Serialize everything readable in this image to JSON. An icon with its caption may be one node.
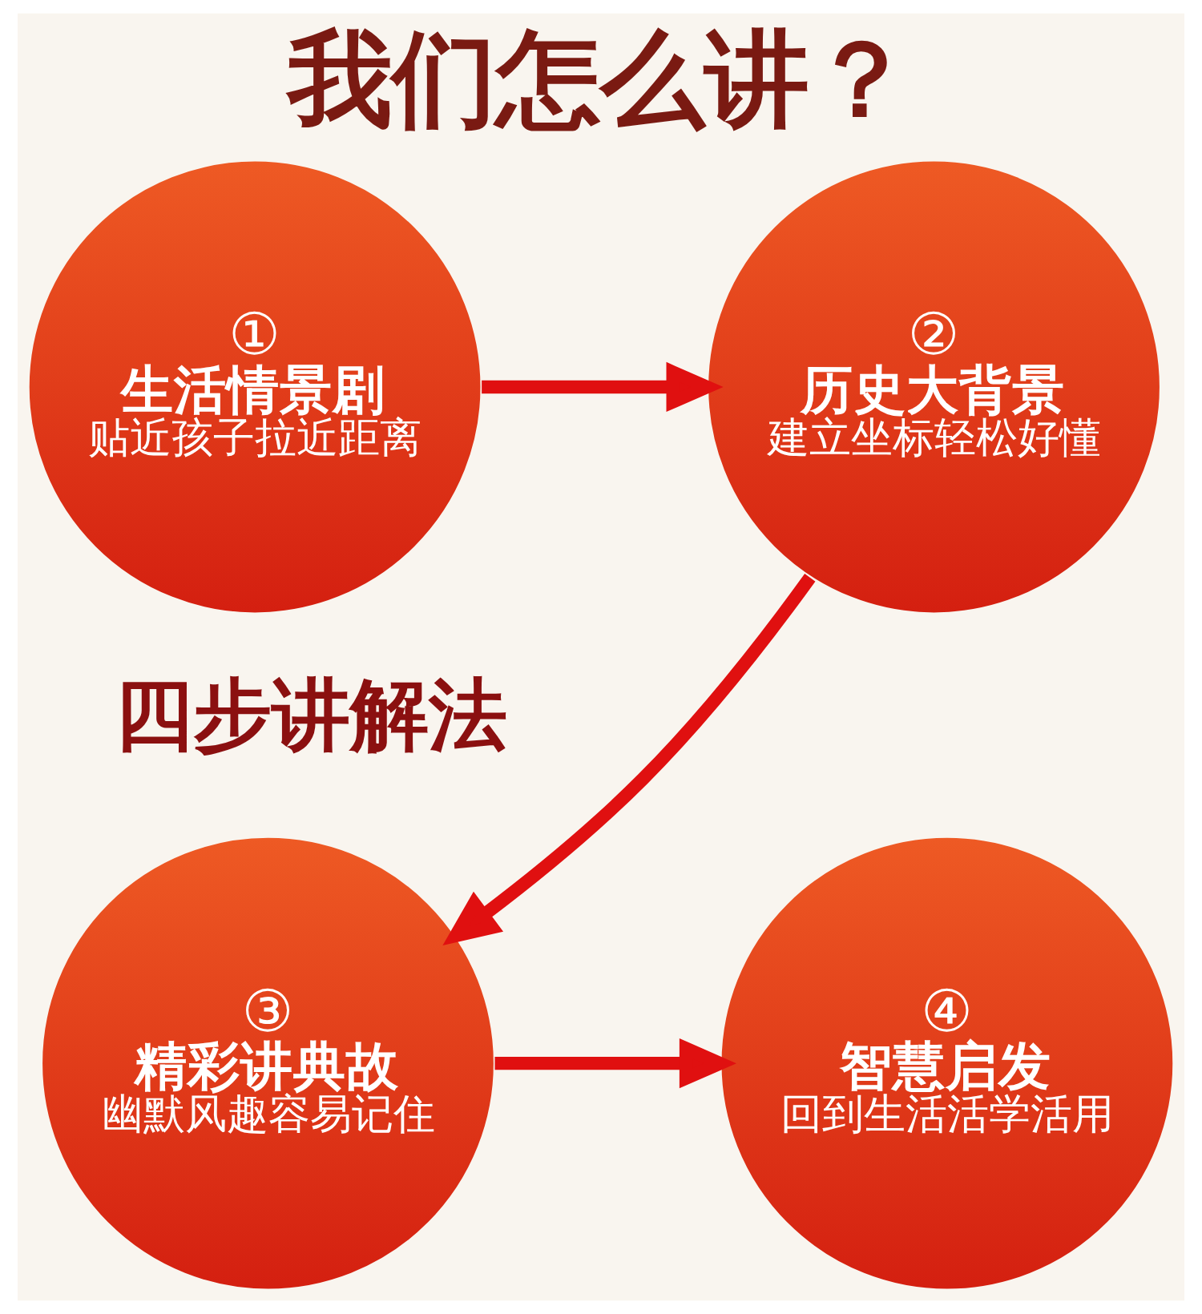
{
  "diagram": {
    "title": "我们怎么讲？",
    "nodes": [
      {
        "text": [
          "①",
          "生活情景剧",
          "贴近孩子拉近距离"
        ]
      },
      {
        "text": [
          "②",
          "历史大背景",
          "建立坐标轻松好懂"
        ]
      },
      {
        "text": [
          "③",
          "精彩讲典故",
          "幽默风趣容易记住"
        ]
      },
      {
        "text": [
          "④",
          "智慧启发",
          "回到生活活学活用"
        ]
      }
    ],
    "edges": [
      {
        "from": 0,
        "to": 1,
        "arrow": "to"
      },
      {
        "from": 1,
        "to": 2,
        "arrow": "to"
      },
      {
        "from": 2,
        "to": 3,
        "arrow": "to"
      }
    ],
    "labels": [
      "四步讲解法"
    ]
  }
}
